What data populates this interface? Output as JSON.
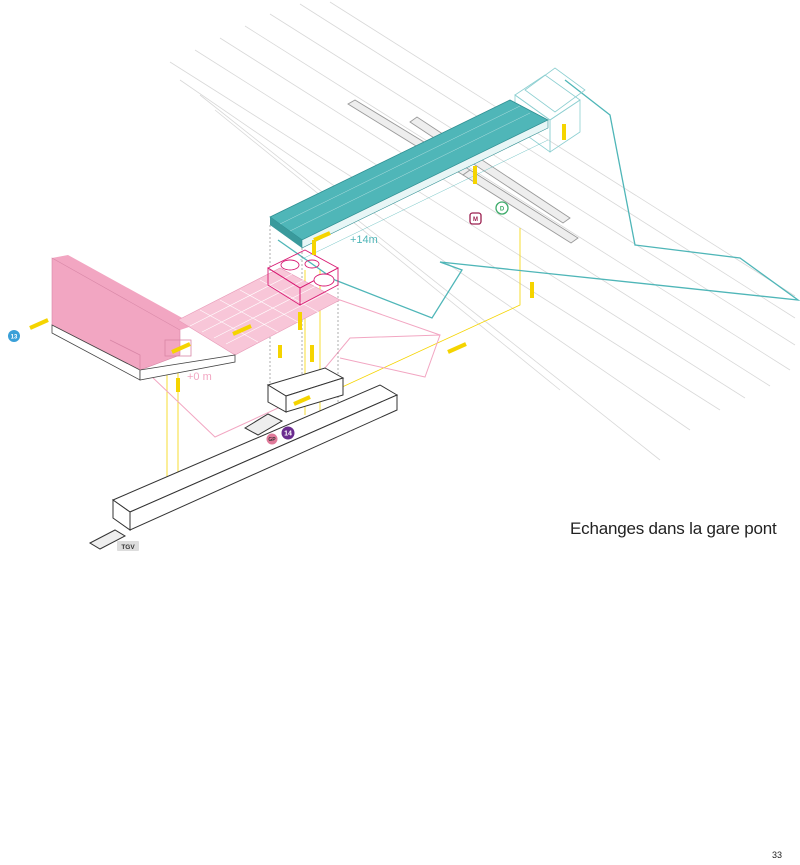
{
  "diagram": {
    "caption": "Echanges dans la gare pont",
    "page_number": "33",
    "levels": {
      "upper": "+14m",
      "ground": "+0 m"
    },
    "badges": {
      "line_13": "13",
      "line_14": "14",
      "line_m": "M",
      "line_d": "D",
      "line_gp": "GP",
      "tgv": "TGV"
    },
    "colors": {
      "teal": "#4fb6b8",
      "pink": "#f2a6c2",
      "yellow": "#f5d400",
      "line_13_blue": "#3aa0d8",
      "line_14_purple": "#6b2c8f",
      "line_m_maroon": "#9b1f4f",
      "line_d_green": "#3dab6a",
      "line_gp_pink": "#e07a9a",
      "tgv_grey": "#dddddd"
    }
  }
}
